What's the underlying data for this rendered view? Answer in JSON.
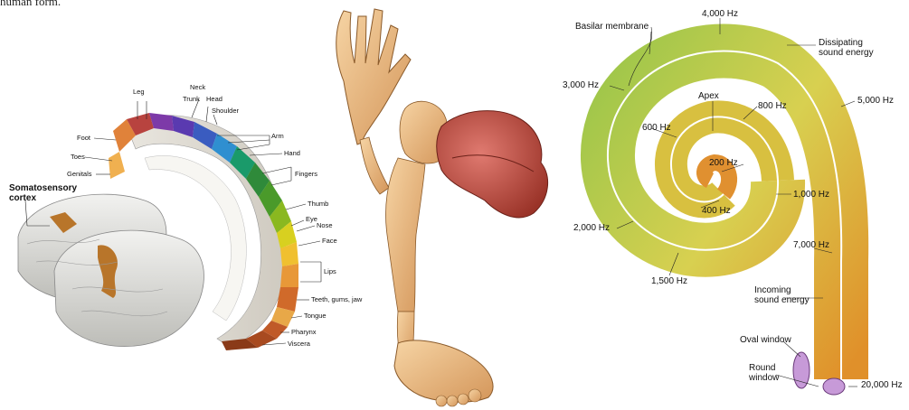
{
  "caption": "human form.",
  "somatosensory": {
    "cortex_label": "Somatosensory\ncortex",
    "labels": {
      "leg": "Leg",
      "neck": "Neck",
      "trunk": "Trunk",
      "head": "Head",
      "shoulder": "Shoulder",
      "foot": "Foot",
      "toes": "Toes",
      "genitals": "Genitals",
      "arm": "Arm",
      "hand": "Hand",
      "fingers": "Fingers",
      "thumb": "Thumb",
      "eye": "Eye",
      "nose": "Nose",
      "face": "Face",
      "lips": "Lips",
      "teeth": "Teeth, gums, jaw",
      "tongue": "Tongue",
      "pharynx": "Pharynx",
      "viscera": "Viscera"
    }
  },
  "homunculus": {},
  "cochlea": {
    "basilar": "Basilar membrane",
    "hz4000": "4,000 Hz",
    "dissipating": "Dissipating\nsound energy",
    "hz3000": "3,000 Hz",
    "apex": "Apex",
    "hz800": "800 Hz",
    "hz5000": "5,000 Hz",
    "hz600": "600 Hz",
    "hz200": "200 Hz",
    "hz1000": "1,000 Hz",
    "hz400": "400 Hz",
    "hz2000": "2,000 Hz",
    "hz7000": "7,000 Hz",
    "hz1500": "1,500 Hz",
    "incoming": "Incoming\nsound energy",
    "oval": "Oval window",
    "round": "Round\nwindow",
    "hz20000": "20,000 Hz"
  }
}
